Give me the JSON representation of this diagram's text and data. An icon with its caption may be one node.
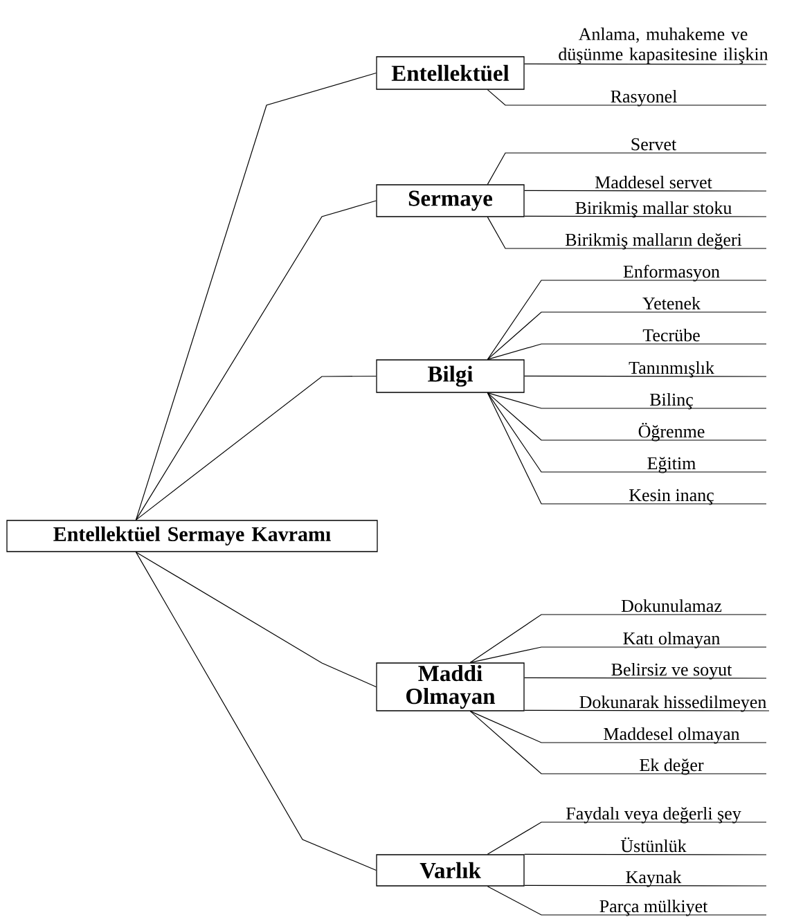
{
  "diagram": {
    "nodes": [
      {
        "text": [
          "Entellektüel Sermaye Kavramı"
        ]
      },
      {
        "text": [
          "Entellektüel"
        ]
      },
      {
        "text": [
          "Anlama, muhakeme ve düşünme kapasitesine ilişkin"
        ]
      },
      {
        "text": [
          "Rasyonel"
        ]
      },
      {
        "text": [
          "Sermaye"
        ]
      },
      {
        "text": [
          "Servet"
        ]
      },
      {
        "text": [
          "Maddesel servet"
        ]
      },
      {
        "text": [
          "Birikmiş mallar stoku"
        ]
      },
      {
        "text": [
          "Birikmiş malların değeri"
        ]
      },
      {
        "text": [
          "Bilgi"
        ]
      },
      {
        "text": [
          "Enformasyon"
        ]
      },
      {
        "text": [
          "Yetenek"
        ]
      },
      {
        "text": [
          "Tecrübe"
        ]
      },
      {
        "text": [
          "Tanınmışlık"
        ]
      },
      {
        "text": [
          "Bilinç"
        ]
      },
      {
        "text": [
          "Öğrenme"
        ]
      },
      {
        "text": [
          "Eğitim"
        ]
      },
      {
        "text": [
          "Kesin inanç"
        ]
      },
      {
        "text": [
          "Maddi Olmayan"
        ]
      },
      {
        "text": [
          "Dokunulamaz"
        ]
      },
      {
        "text": [
          "Katı olmayan"
        ]
      },
      {
        "text": [
          "Belirsiz ve soyut"
        ]
      },
      {
        "text": [
          "Dokunarak hissedilmeyen"
        ]
      },
      {
        "text": [
          "Maddesel olmayan"
        ]
      },
      {
        "text": [
          "Ek değer"
        ]
      },
      {
        "text": [
          "Varlık"
        ]
      },
      {
        "text": [
          "Faydalı veya değerli şey"
        ]
      },
      {
        "text": [
          "Üstünlük"
        ]
      },
      {
        "text": [
          "Kaynak"
        ]
      },
      {
        "text": [
          "Parça mülkiyet"
        ]
      }
    ],
    "edges": [
      {
        "from": 0,
        "to": 1,
        "arrow": "none"
      },
      {
        "from": 0,
        "to": 4,
        "arrow": "none"
      },
      {
        "from": 0,
        "to": 9,
        "arrow": "none"
      },
      {
        "from": 0,
        "to": 18,
        "arrow": "none"
      },
      {
        "from": 0,
        "to": 25,
        "arrow": "none"
      },
      {
        "from": 1,
        "to": 2,
        "arrow": "none"
      },
      {
        "from": 1,
        "to": 3,
        "arrow": "none"
      },
      {
        "from": 4,
        "to": 5,
        "arrow": "none"
      },
      {
        "from": 4,
        "to": 6,
        "arrow": "none"
      },
      {
        "from": 4,
        "to": 7,
        "arrow": "none"
      },
      {
        "from": 4,
        "to": 8,
        "arrow": "none"
      },
      {
        "from": 9,
        "to": 10,
        "arrow": "none"
      },
      {
        "from": 9,
        "to": 11,
        "arrow": "none"
      },
      {
        "from": 9,
        "to": 12,
        "arrow": "none"
      },
      {
        "from": 9,
        "to": 13,
        "arrow": "none"
      },
      {
        "from": 9,
        "to": 14,
        "arrow": "none"
      },
      {
        "from": 9,
        "to": 15,
        "arrow": "none"
      },
      {
        "from": 9,
        "to": 16,
        "arrow": "none"
      },
      {
        "from": 9,
        "to": 17,
        "arrow": "none"
      },
      {
        "from": 18,
        "to": 19,
        "arrow": "none"
      },
      {
        "from": 18,
        "to": 20,
        "arrow": "none"
      },
      {
        "from": 18,
        "to": 21,
        "arrow": "none"
      },
      {
        "from": 18,
        "to": 22,
        "arrow": "none"
      },
      {
        "from": 18,
        "to": 23,
        "arrow": "none"
      },
      {
        "from": 18,
        "to": 24,
        "arrow": "none"
      },
      {
        "from": 25,
        "to": 26,
        "arrow": "none"
      },
      {
        "from": 25,
        "to": 27,
        "arrow": "none"
      },
      {
        "from": 25,
        "to": 28,
        "arrow": "none"
      },
      {
        "from": 25,
        "to": 29,
        "arrow": "none"
      }
    ]
  }
}
